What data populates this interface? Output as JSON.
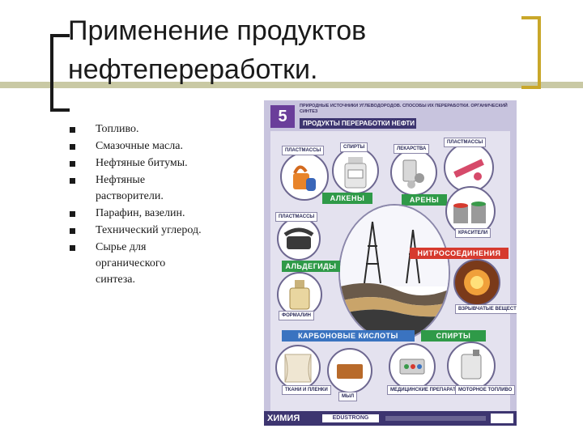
{
  "slide": {
    "title_line1": "Применение продуктов",
    "title_line2": "нефтепереработки.",
    "bullets": [
      "Топливо.",
      "Смазочные масла.",
      "Нефтяные битумы.",
      "Нефтяные растворители.",
      "Парафин, вазелин.",
      "Технический углерод.",
      "Сырье для органического синтеза."
    ]
  },
  "poster": {
    "number": "5",
    "supertitle": "ПРИРОДНЫЕ ИСТОЧНИКИ УГЛЕВОДОРОДОВ. СПОСОБЫ ИХ ПЕРЕРАБОТКИ. ОРГАНИЧЕСКИЙ СИНТЕЗ",
    "title": "ПРОДУКТЫ ПЕРЕРАБОТКИ НЕФТИ",
    "labels": {
      "plastics1": "ПЛАСТМАССЫ",
      "spirits_top": "СПИРТЫ",
      "medicines": "ЛЕКАРСТВА",
      "plastics2": "ПЛАСТМАССЫ",
      "alkenes": "АЛКЕНЫ",
      "arenes": "АРЕНЫ",
      "plastics3": "ПЛАСТМАССЫ",
      "dyes": "КРАСИТЕЛИ",
      "nitro": "НИТРОСОЕДИНЕНИЯ",
      "aldehydes": "АЛЬДЕГИДЫ",
      "explosives": "ВЗРЫВЧАТЫЕ ВЕЩЕСТВА",
      "formalin": "ФОРМАЛИН",
      "carboxylic": "КАРБОНОВЫЕ КИСЛОТЫ",
      "spirits": "СПИРТЫ",
      "fabrics": "ТКАНИ И ПЛЕНКИ",
      "soap": "МЫЛ",
      "medical": "МЕДИЦИНСКИЕ ПРЕПАРАТЫ",
      "motor_fuel": "МОТОРНОЕ ТОПЛИВО"
    },
    "footer_brand": "ХИМИЯ",
    "footer_logo": "EDUSTRONG"
  },
  "colors": {
    "accent_purple": "#6a3e9a",
    "band_green": "#2f9a48",
    "band_red": "#d63a2e",
    "band_blue": "#3a73c0",
    "bracket_gold": "#c9a72a"
  }
}
